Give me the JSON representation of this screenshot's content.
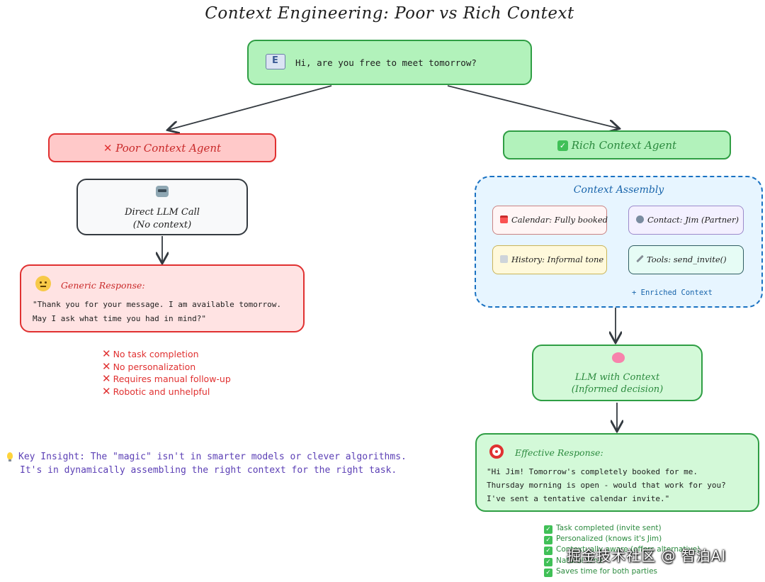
{
  "title": "Context Engineering: Poor vs Rich Context",
  "email": {
    "icon": "envelope-icon",
    "text": "Hi, are you free to meet tomorrow?"
  },
  "poor": {
    "header": "Poor Context Agent",
    "direct_call": {
      "icon": "robot-icon",
      "line1": "Direct LLM Call",
      "line2": "(No context)"
    },
    "response": {
      "icon": "neutral-face-icon",
      "title": "Generic Response:",
      "line1": "\"Thank you for your message. I am available tomorrow.",
      "line2": "May I ask what time you had in mind?\""
    },
    "issues": [
      "No task completion",
      "No personalization",
      "Requires manual follow-up",
      "Robotic and unhelpful"
    ]
  },
  "rich": {
    "header": "Rich Context Agent",
    "assembly": {
      "title": "Context Assembly",
      "calendar": "Calendar: Fully booked",
      "contact": "Contact: Jim (Partner)",
      "history": "History: Informal tone",
      "tools": "Tools: send_invite()",
      "enriched": "+ Enriched Context"
    },
    "llm": {
      "icon": "brain-icon",
      "line1": "LLM with Context",
      "line2": "(Informed decision)"
    },
    "response": {
      "icon": "target-icon",
      "title": "Effective Response:",
      "line1": "\"Hi Jim! Tomorrow's completely booked for me.",
      "line2": "Thursday morning is open - would that work for you?",
      "line3": "I've sent a tentative calendar invite.\""
    },
    "benefits": [
      "Task completed (invite sent)",
      "Personalized (knows it's Jim)",
      "Contextually aware (offers alternative)",
      "Natural tone",
      "Saves time for both parties"
    ]
  },
  "insight": {
    "icon": "lightbulb-icon",
    "line1": "Key Insight: The \"magic\" isn't in smarter models or clever algorithms.",
    "line2": "It's in dynamically assembling the right context for the right task."
  },
  "watermark": "掘金技术社区 @ 智泊AI",
  "colors": {
    "red": "#e03131",
    "green": "#2f9e44",
    "blue": "#1971c2",
    "purple": "#5b3fb5"
  }
}
